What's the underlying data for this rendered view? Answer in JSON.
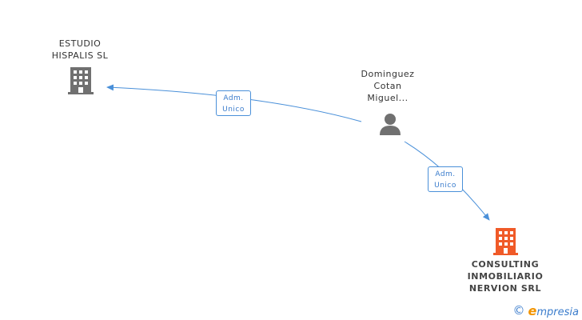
{
  "nodes": {
    "estudio": {
      "label": "ESTUDIO\nHISPALIS  SL",
      "type": "company"
    },
    "person": {
      "label": "Dominguez\nCotan\nMiguel...",
      "type": "person"
    },
    "consulting": {
      "label": "CONSULTING\nINMOBILIARIO\nNERVION SRL",
      "type": "company-main"
    }
  },
  "edges": [
    {
      "from": "person",
      "to": "estudio",
      "label_line1": "Adm.",
      "label_line2": "Unico"
    },
    {
      "from": "person",
      "to": "consulting",
      "label_line1": "Adm.",
      "label_line2": "Unico"
    }
  ],
  "colors": {
    "edge": "#4a90d9",
    "company_icon": "#707070",
    "main_company_icon": "#f05a28",
    "person_icon": "#707070"
  },
  "brand": {
    "copyright": "©",
    "name_first": "e",
    "name_rest": "mpresia"
  }
}
